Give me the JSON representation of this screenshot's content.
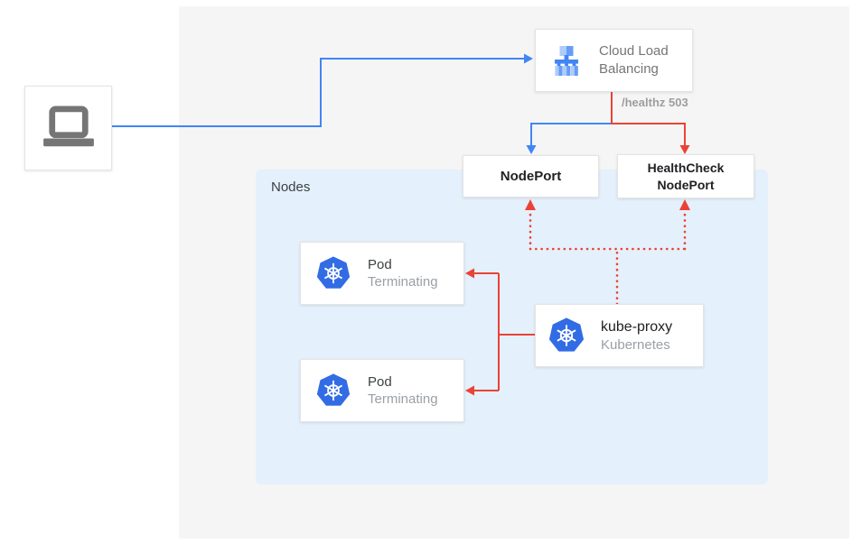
{
  "diagram": {
    "client": {
      "icon": "laptop-icon"
    },
    "load_balancer": {
      "label": "Cloud Load Balancing",
      "icon": "cloud-load-balancing-icon"
    },
    "health_check_label": "/healthz 503",
    "node_port": {
      "label": "NodePort"
    },
    "health_check_node_port": {
      "label": "HealthCheck NodePort"
    },
    "nodes_panel": {
      "label": "Nodes"
    },
    "pods": [
      {
        "title": "Pod",
        "subtitle": "Terminating",
        "icon": "kubernetes-icon"
      },
      {
        "title": "Pod",
        "subtitle": "Terminating",
        "icon": "kubernetes-icon"
      }
    ],
    "kube_proxy": {
      "title": "kube-proxy",
      "subtitle": "Kubernetes",
      "icon": "kubernetes-icon"
    }
  },
  "colors": {
    "traffic_blue": "#4285F4",
    "health_red": "#EA4335",
    "kubernetes_blue": "#326CE5",
    "nodes_panel_bg": "#E4F0FB",
    "canvas_bg": "#F5F5F6"
  }
}
